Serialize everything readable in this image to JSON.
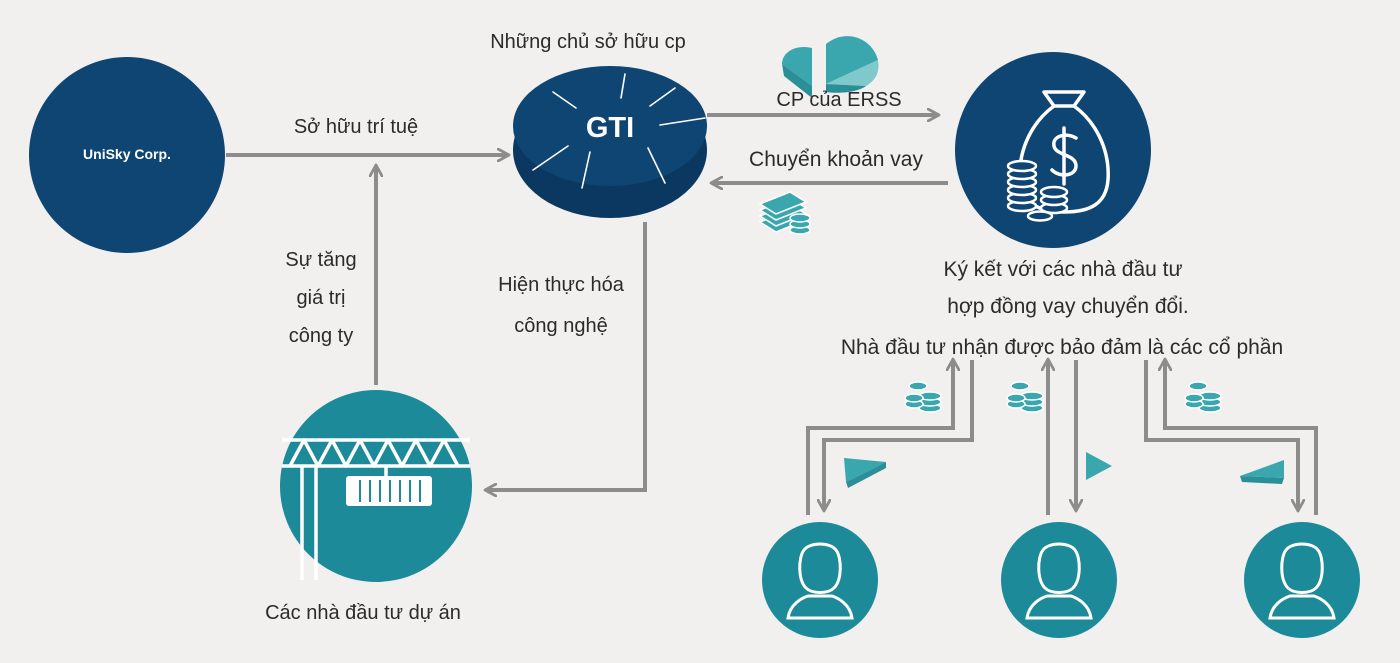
{
  "nodes": {
    "unisky": "UniSky  Corp.",
    "gti": "GTI",
    "gti_caption": "Những chủ sở hữu cp",
    "project_investors": "Các nhà đầu tư dự án"
  },
  "edges": {
    "ip": "Sở hữu trí tuệ",
    "value_increase": [
      "Sự tăng",
      "giá trị",
      "công ty"
    ],
    "realize_tech": [
      "Hiện thực hóa",
      "công nghệ"
    ],
    "erss_shares": "CP của ERSS",
    "loan_transfer": "Chuyển khoản vay"
  },
  "investor_note": [
    "Ký kết với các nhà đầu tư",
    "hợp đồng vay chuyển đổi.",
    "Nhà đầu tư nhận được bảo đảm là các cổ phần"
  ],
  "icons": {
    "money_bag": "money-bag-icon",
    "pie": "pie-chart-icon",
    "cash": "cash-stack-icon",
    "coins": "coin-stack-icon",
    "person": "person-icon"
  },
  "colors": {
    "navy": "#0f4573",
    "teal": "#1c8a99",
    "pie_teal": "#3aa6ad",
    "arrow": "#8c8c8c",
    "text": "#2b2b2b",
    "background": "#f1f0ef"
  }
}
